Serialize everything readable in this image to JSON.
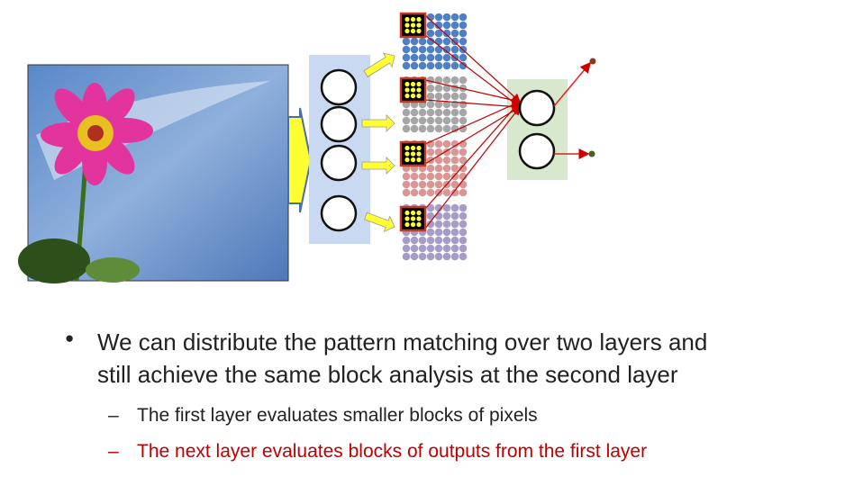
{
  "bullets": [
    {
      "lines": [
        "We can distribute the pattern matching over two layers and",
        "still achieve the same block analysis at the second layer"
      ],
      "subs": [
        {
          "text": "The first layer evaluates smaller blocks of pixels",
          "color": "#222222"
        },
        {
          "text": "The next layer evaluates blocks of outputs from the first layer",
          "color": "#c00000"
        }
      ]
    }
  ],
  "colors": {
    "grid": [
      "#4f7fc4",
      "#a6a6a6",
      "#d99694",
      "#a79cc7"
    ],
    "layer1": "#c9d9f2",
    "layer2": "#d8e8cf",
    "arrow": "#ffff33",
    "conn": "#c00000"
  }
}
